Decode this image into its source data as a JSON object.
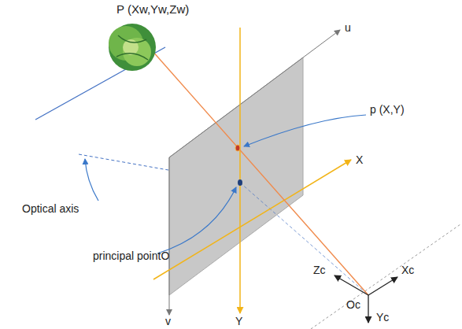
{
  "diagram": {
    "labels": [
      "P (Xw,Yw,Zw)",
      "u",
      "p (X,Y)",
      "X",
      "Optical axis",
      "principal pointO",
      "Zc",
      "Xc",
      "Oc",
      "Yc",
      "v",
      "Y"
    ]
  }
}
